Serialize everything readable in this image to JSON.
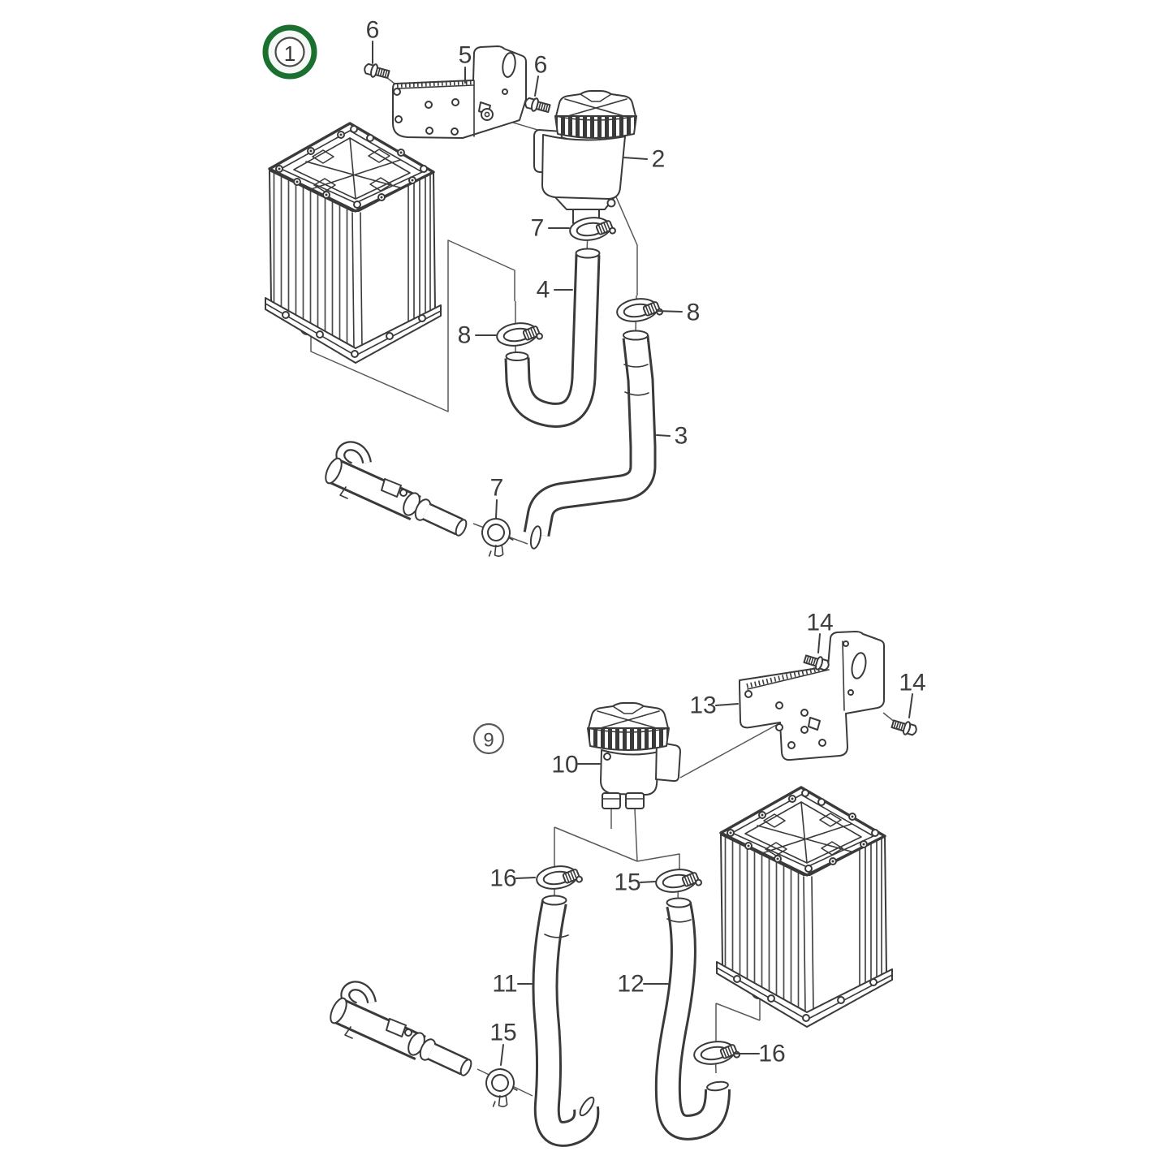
{
  "diagram": {
    "background": "#ffffff",
    "line_color": "#3a3a3a",
    "label_color": "#3d3d3d",
    "badges": [
      {
        "text": "1",
        "style": "green-double-ring",
        "ring_color": "#1b7030"
      },
      {
        "text": "9",
        "style": "plain-ring",
        "ring_color": "#5a5a5a"
      }
    ],
    "callouts": [
      {
        "text": "6"
      },
      {
        "text": "5"
      },
      {
        "text": "6"
      },
      {
        "text": "2"
      },
      {
        "text": "7"
      },
      {
        "text": "4"
      },
      {
        "text": "8"
      },
      {
        "text": "8"
      },
      {
        "text": "3"
      },
      {
        "text": "7"
      },
      {
        "text": "14"
      },
      {
        "text": "13"
      },
      {
        "text": "14"
      },
      {
        "text": "10"
      },
      {
        "text": "16"
      },
      {
        "text": "15"
      },
      {
        "text": "11"
      },
      {
        "text": "12"
      },
      {
        "text": "15"
      },
      {
        "text": "16"
      }
    ]
  }
}
